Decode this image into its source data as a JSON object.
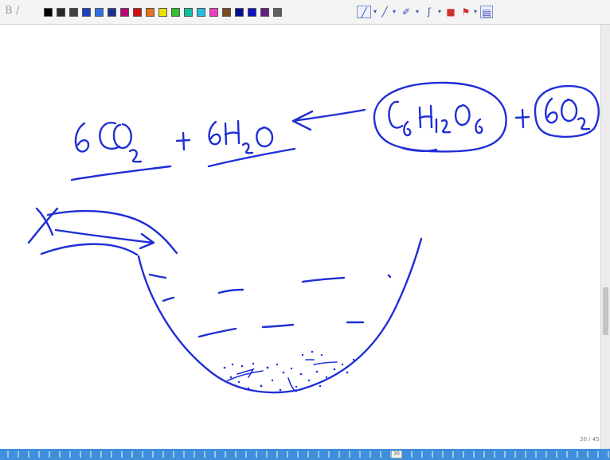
{
  "toolbar": {
    "format_bold": "B",
    "format_italic": "/",
    "palette": [
      "#000000",
      "#2a2a2a",
      "#404040",
      "#1e3fbf",
      "#2f6fe0",
      "#1f2f8f",
      "#c0007a",
      "#d01010",
      "#e87020",
      "#f0e000",
      "#30c030",
      "#10c0a0",
      "#20c0e0",
      "#f040c0",
      "#7a4a20",
      "#001090",
      "#1010c0",
      "#602080",
      "#606060"
    ],
    "tools": [
      "pen-tool",
      "pen-tool-color",
      "brush-tool",
      "lasso-tool",
      "eraser-tool",
      "highlighter-tool",
      "insert-space-tool"
    ]
  },
  "status": {
    "page_indicator": "30 / 45",
    "scroll_thumb_label": "30"
  },
  "ink": {
    "ink_color": "#1f2ed6"
  }
}
